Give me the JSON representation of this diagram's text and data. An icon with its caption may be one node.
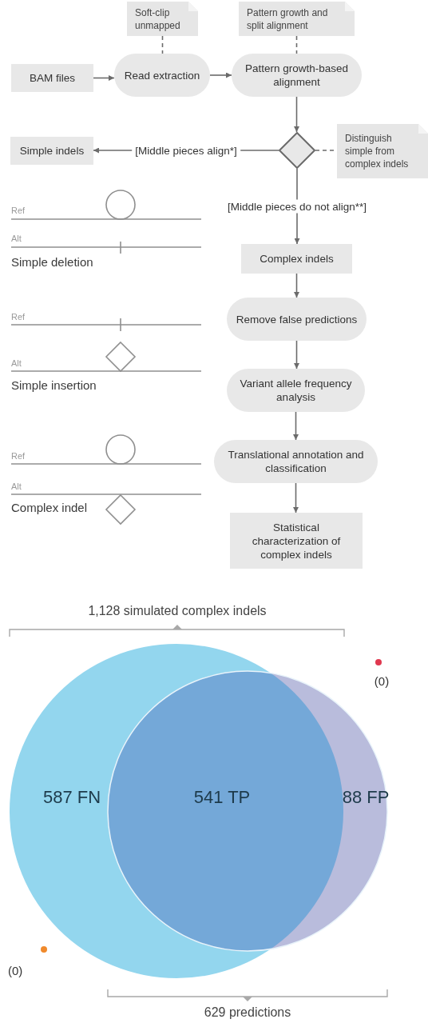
{
  "diagram": {
    "nodes": [
      {
        "text": [
          "BAM files"
        ]
      },
      {
        "text": [
          "Read extraction"
        ]
      },
      {
        "text": [
          "Pattern growth-based alignment"
        ]
      },
      {
        "text": [
          "Soft-clip unmapped"
        ]
      },
      {
        "text": [
          "Pattern growth and split alignment"
        ]
      },
      {
        "text": [],
        "shape": "diamond"
      },
      {
        "text": [
          "Distinguish simple from complex indels"
        ]
      },
      {
        "text": [
          "Simple indels"
        ]
      },
      {
        "text": [
          "Complex indels"
        ]
      },
      {
        "text": [
          "Remove false predictions"
        ]
      },
      {
        "text": [
          "Variant allele frequency analysis"
        ]
      },
      {
        "text": [
          "Translational annotation and classification"
        ]
      },
      {
        "text": [
          "Statistical characterization of complex indels"
        ]
      }
    ],
    "edges": [
      {
        "from": 0,
        "to": 1,
        "arrow": "to"
      },
      {
        "from": 1,
        "to": 2,
        "arrow": "to"
      },
      {
        "from": 3,
        "to": 1,
        "arrow": "none",
        "style": "dashed"
      },
      {
        "from": 4,
        "to": 2,
        "arrow": "none",
        "style": "dashed"
      },
      {
        "from": 2,
        "to": 5,
        "arrow": "to"
      },
      {
        "from": 5,
        "to": 7,
        "arrow": "to",
        "label": "[Middle pieces align*]"
      },
      {
        "from": 5,
        "to": 6,
        "arrow": "none",
        "style": "dashed"
      },
      {
        "from": 5,
        "to": 8,
        "arrow": "to",
        "label": "[Middle pieces do not align**]"
      },
      {
        "from": 8,
        "to": 9,
        "arrow": "to"
      },
      {
        "from": 9,
        "to": 10,
        "arrow": "to"
      },
      {
        "from": 10,
        "to": 11,
        "arrow": "to"
      },
      {
        "from": 11,
        "to": 12,
        "arrow": "to"
      }
    ],
    "labels": [
      "Ref",
      "Alt",
      "Simple deletion",
      "Ref",
      "Alt",
      "Simple insertion",
      "Ref",
      "Alt",
      "Complex indel",
      "1,128 simulated complex indels",
      "(0)",
      "587 FN",
      "541 TP",
      "88 FP",
      "(0)",
      "629 predictions"
    ]
  }
}
